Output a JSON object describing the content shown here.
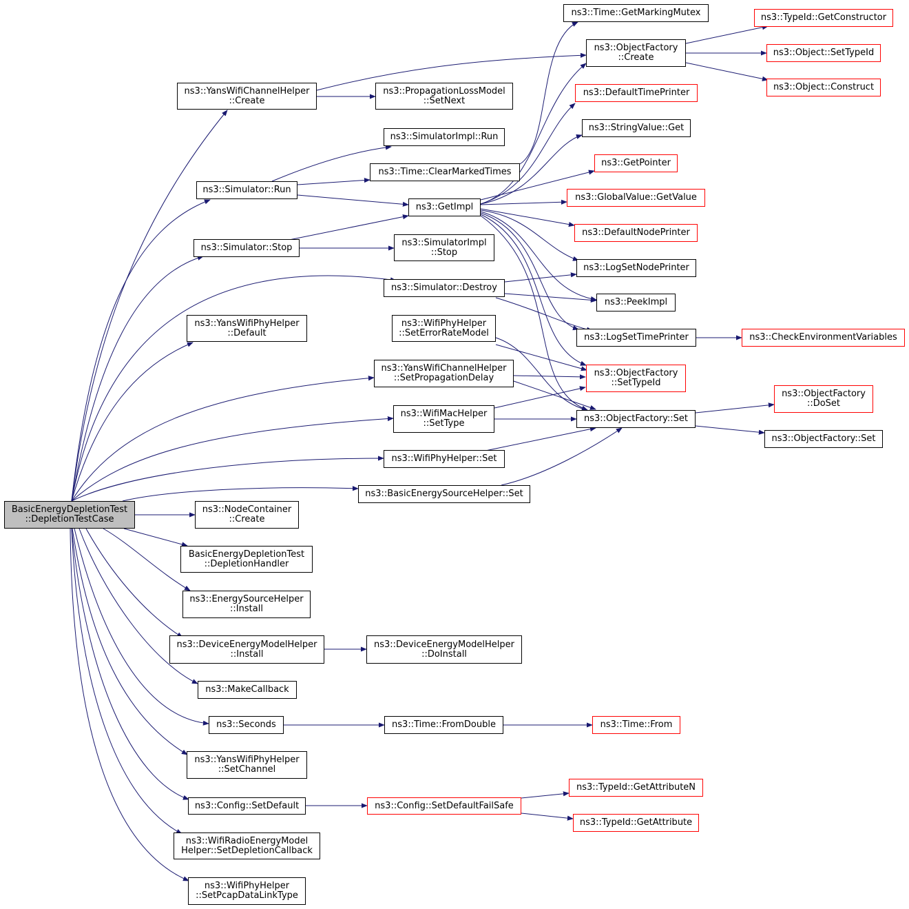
{
  "colors": {
    "edge": "#191970",
    "node_border": "#000000",
    "external_border": "#ff0000",
    "root_fill": "#bfbfbf"
  },
  "nodes": {
    "root": "BasicEnergyDepletionTest\n::DepletionTestCase",
    "yans_channel_create": "ns3::YansWifiChannelHelper\n::Create",
    "sim_run": "ns3::Simulator::Run",
    "sim_stop": "ns3::Simulator::Stop",
    "sim_destroy": "ns3::Simulator::Destroy",
    "yans_phy_default": "ns3::YansWifiPhyHelper\n::Default",
    "yans_channel_setprop": "ns3::YansWifiChannelHelper\n::SetPropagationDelay",
    "wifimac_settype": "ns3::WifiMacHelper\n::SetType",
    "wifiphy_set": "ns3::WifiPhyHelper::Set",
    "basic_energy_set": "ns3::BasicEnergySourceHelper::Set",
    "nodecontainer_create": "ns3::NodeContainer\n::Create",
    "depletion_handler": "BasicEnergyDepletionTest\n::DepletionHandler",
    "energysource_install": "ns3::EnergySourceHelper\n::Install",
    "deviceenergy_install": "ns3::DeviceEnergyModelHelper\n::Install",
    "makecallback": "ns3::MakeCallback",
    "seconds": "ns3::Seconds",
    "yans_phy_setchannel": "ns3::YansWifiPhyHelper\n::SetChannel",
    "config_setdefault": "ns3::Config::SetDefault",
    "wifiradio_setdepletion": "ns3::WifiRadioEnergyModel\nHelper::SetDepletionCallback",
    "wifiphy_setpcap": "ns3::WifiPhyHelper\n::SetPcapDataLinkType",
    "propagation_setnext": "ns3::PropagationLossModel\n::SetNext",
    "simimpl_run": "ns3::SimulatorImpl::Run",
    "time_clearmarked": "ns3::Time::ClearMarkedTimes",
    "getimpl": "ns3::GetImpl",
    "simimpl_stop": "ns3::SimulatorImpl\n::Stop",
    "wifiphy_seterror": "ns3::WifiPhyHelper\n::SetErrorRateModel",
    "deviceenergy_doinstall": "ns3::DeviceEnergyModelHelper\n::DoInstall",
    "time_fromdouble": "ns3::Time::FromDouble",
    "config_setdefaultfailsafe": "ns3::Config::SetDefaultFailSafe",
    "time_getmarkingmutex": "ns3::Time::GetMarkingMutex",
    "objfactory_create": "ns3::ObjectFactory\n::Create",
    "default_timeprinter": "ns3::DefaultTimePrinter",
    "stringvalue_get": "ns3::StringValue::Get",
    "getpointer": "ns3::GetPointer",
    "globalvalue_getvalue": "ns3::GlobalValue::GetValue",
    "default_nodeprinter": "ns3::DefaultNodePrinter",
    "logsetnodeprinter": "ns3::LogSetNodePrinter",
    "peekimpl": "ns3::PeekImpl",
    "logsettimeprinter": "ns3::LogSetTimePrinter",
    "objfactory_settypeid": "ns3::ObjectFactory\n::SetTypeId",
    "objfactory_set": "ns3::ObjectFactory::Set",
    "time_from": "ns3::Time::From",
    "typeid_getattributen": "ns3::TypeId::GetAttributeN",
    "typeid_getattribute": "ns3::TypeId::GetAttribute",
    "typeid_getconstructor": "ns3::TypeId::GetConstructor",
    "object_settypeid": "ns3::Object::SetTypeId",
    "object_construct": "ns3::Object::Construct",
    "checkenv": "ns3::CheckEnvironmentVariables",
    "objfactory_doset": "ns3::ObjectFactory\n::DoSet",
    "objfactory_set2": "ns3::ObjectFactory::Set"
  }
}
